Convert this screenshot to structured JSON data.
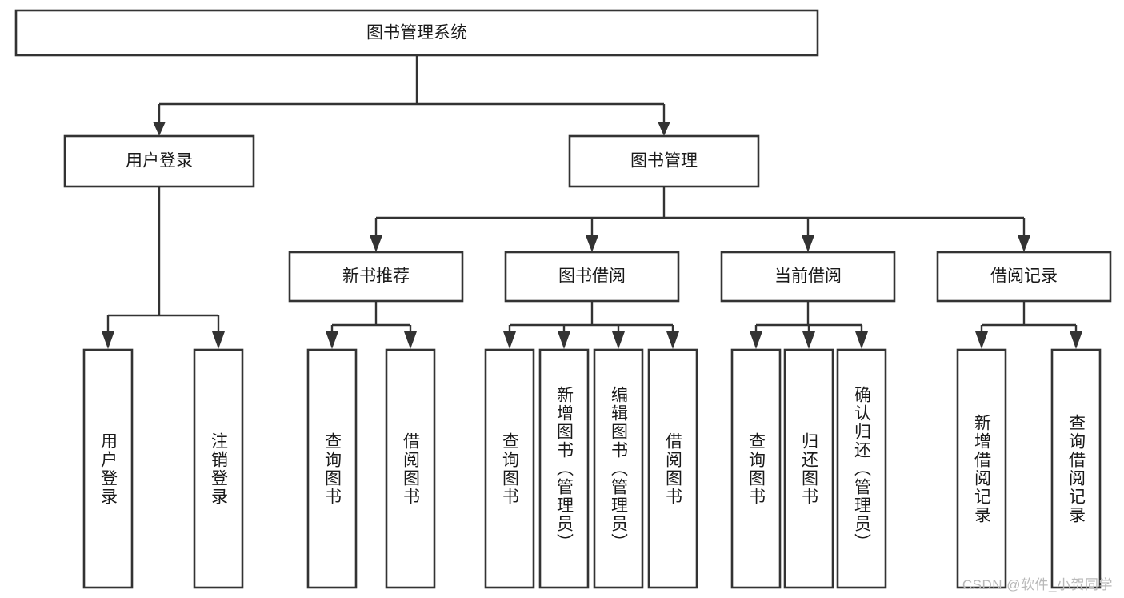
{
  "diagram": {
    "type": "tree-hierarchy-chart",
    "title": "图书管理系统",
    "colors": {
      "stroke": "#333333",
      "fill": "#ffffff",
      "text": "#1a1a1a",
      "watermark": "#b9b9b9"
    },
    "root": {
      "label": "图书管理系统"
    },
    "level2": [
      {
        "id": "user-login",
        "label": "用户登录"
      },
      {
        "id": "book-management",
        "label": "图书管理"
      }
    ],
    "level3": [
      {
        "id": "new-book-recommend",
        "label": "新书推荐",
        "parent": "book-management"
      },
      {
        "id": "book-borrow",
        "label": "图书借阅",
        "parent": "book-management"
      },
      {
        "id": "current-borrow",
        "label": "当前借阅",
        "parent": "book-management"
      },
      {
        "id": "borrow-record",
        "label": "借阅记录",
        "parent": "book-management"
      }
    ],
    "leaves": [
      {
        "id": "leaf-user-login",
        "label": "用户登录",
        "parent": "user-login"
      },
      {
        "id": "leaf-logout-login",
        "label": "注销登录",
        "parent": "user-login"
      },
      {
        "id": "leaf-query-book-1",
        "label": "查询图书",
        "parent": "new-book-recommend"
      },
      {
        "id": "leaf-borrow-book-1",
        "label": "借阅图书",
        "parent": "new-book-recommend"
      },
      {
        "id": "leaf-query-book-2",
        "label": "查询图书",
        "parent": "book-borrow"
      },
      {
        "id": "leaf-add-book",
        "label": "新增图书（管理员）",
        "parent": "book-borrow"
      },
      {
        "id": "leaf-edit-book",
        "label": "编辑图书（管理员）",
        "parent": "book-borrow"
      },
      {
        "id": "leaf-borrow-book-2",
        "label": "借阅图书",
        "parent": "book-borrow"
      },
      {
        "id": "leaf-query-book-3",
        "label": "查询图书",
        "parent": "current-borrow"
      },
      {
        "id": "leaf-return-book",
        "label": "归还图书",
        "parent": "current-borrow"
      },
      {
        "id": "leaf-confirm-return",
        "label": "确认归还（管理员）",
        "parent": "current-borrow"
      },
      {
        "id": "leaf-add-record",
        "label": "新增借阅记录",
        "parent": "borrow-record"
      },
      {
        "id": "leaf-query-record",
        "label": "查询借阅记录",
        "parent": "borrow-record"
      }
    ]
  },
  "watermark": {
    "text": "CSDN @软件_小贺同学"
  }
}
